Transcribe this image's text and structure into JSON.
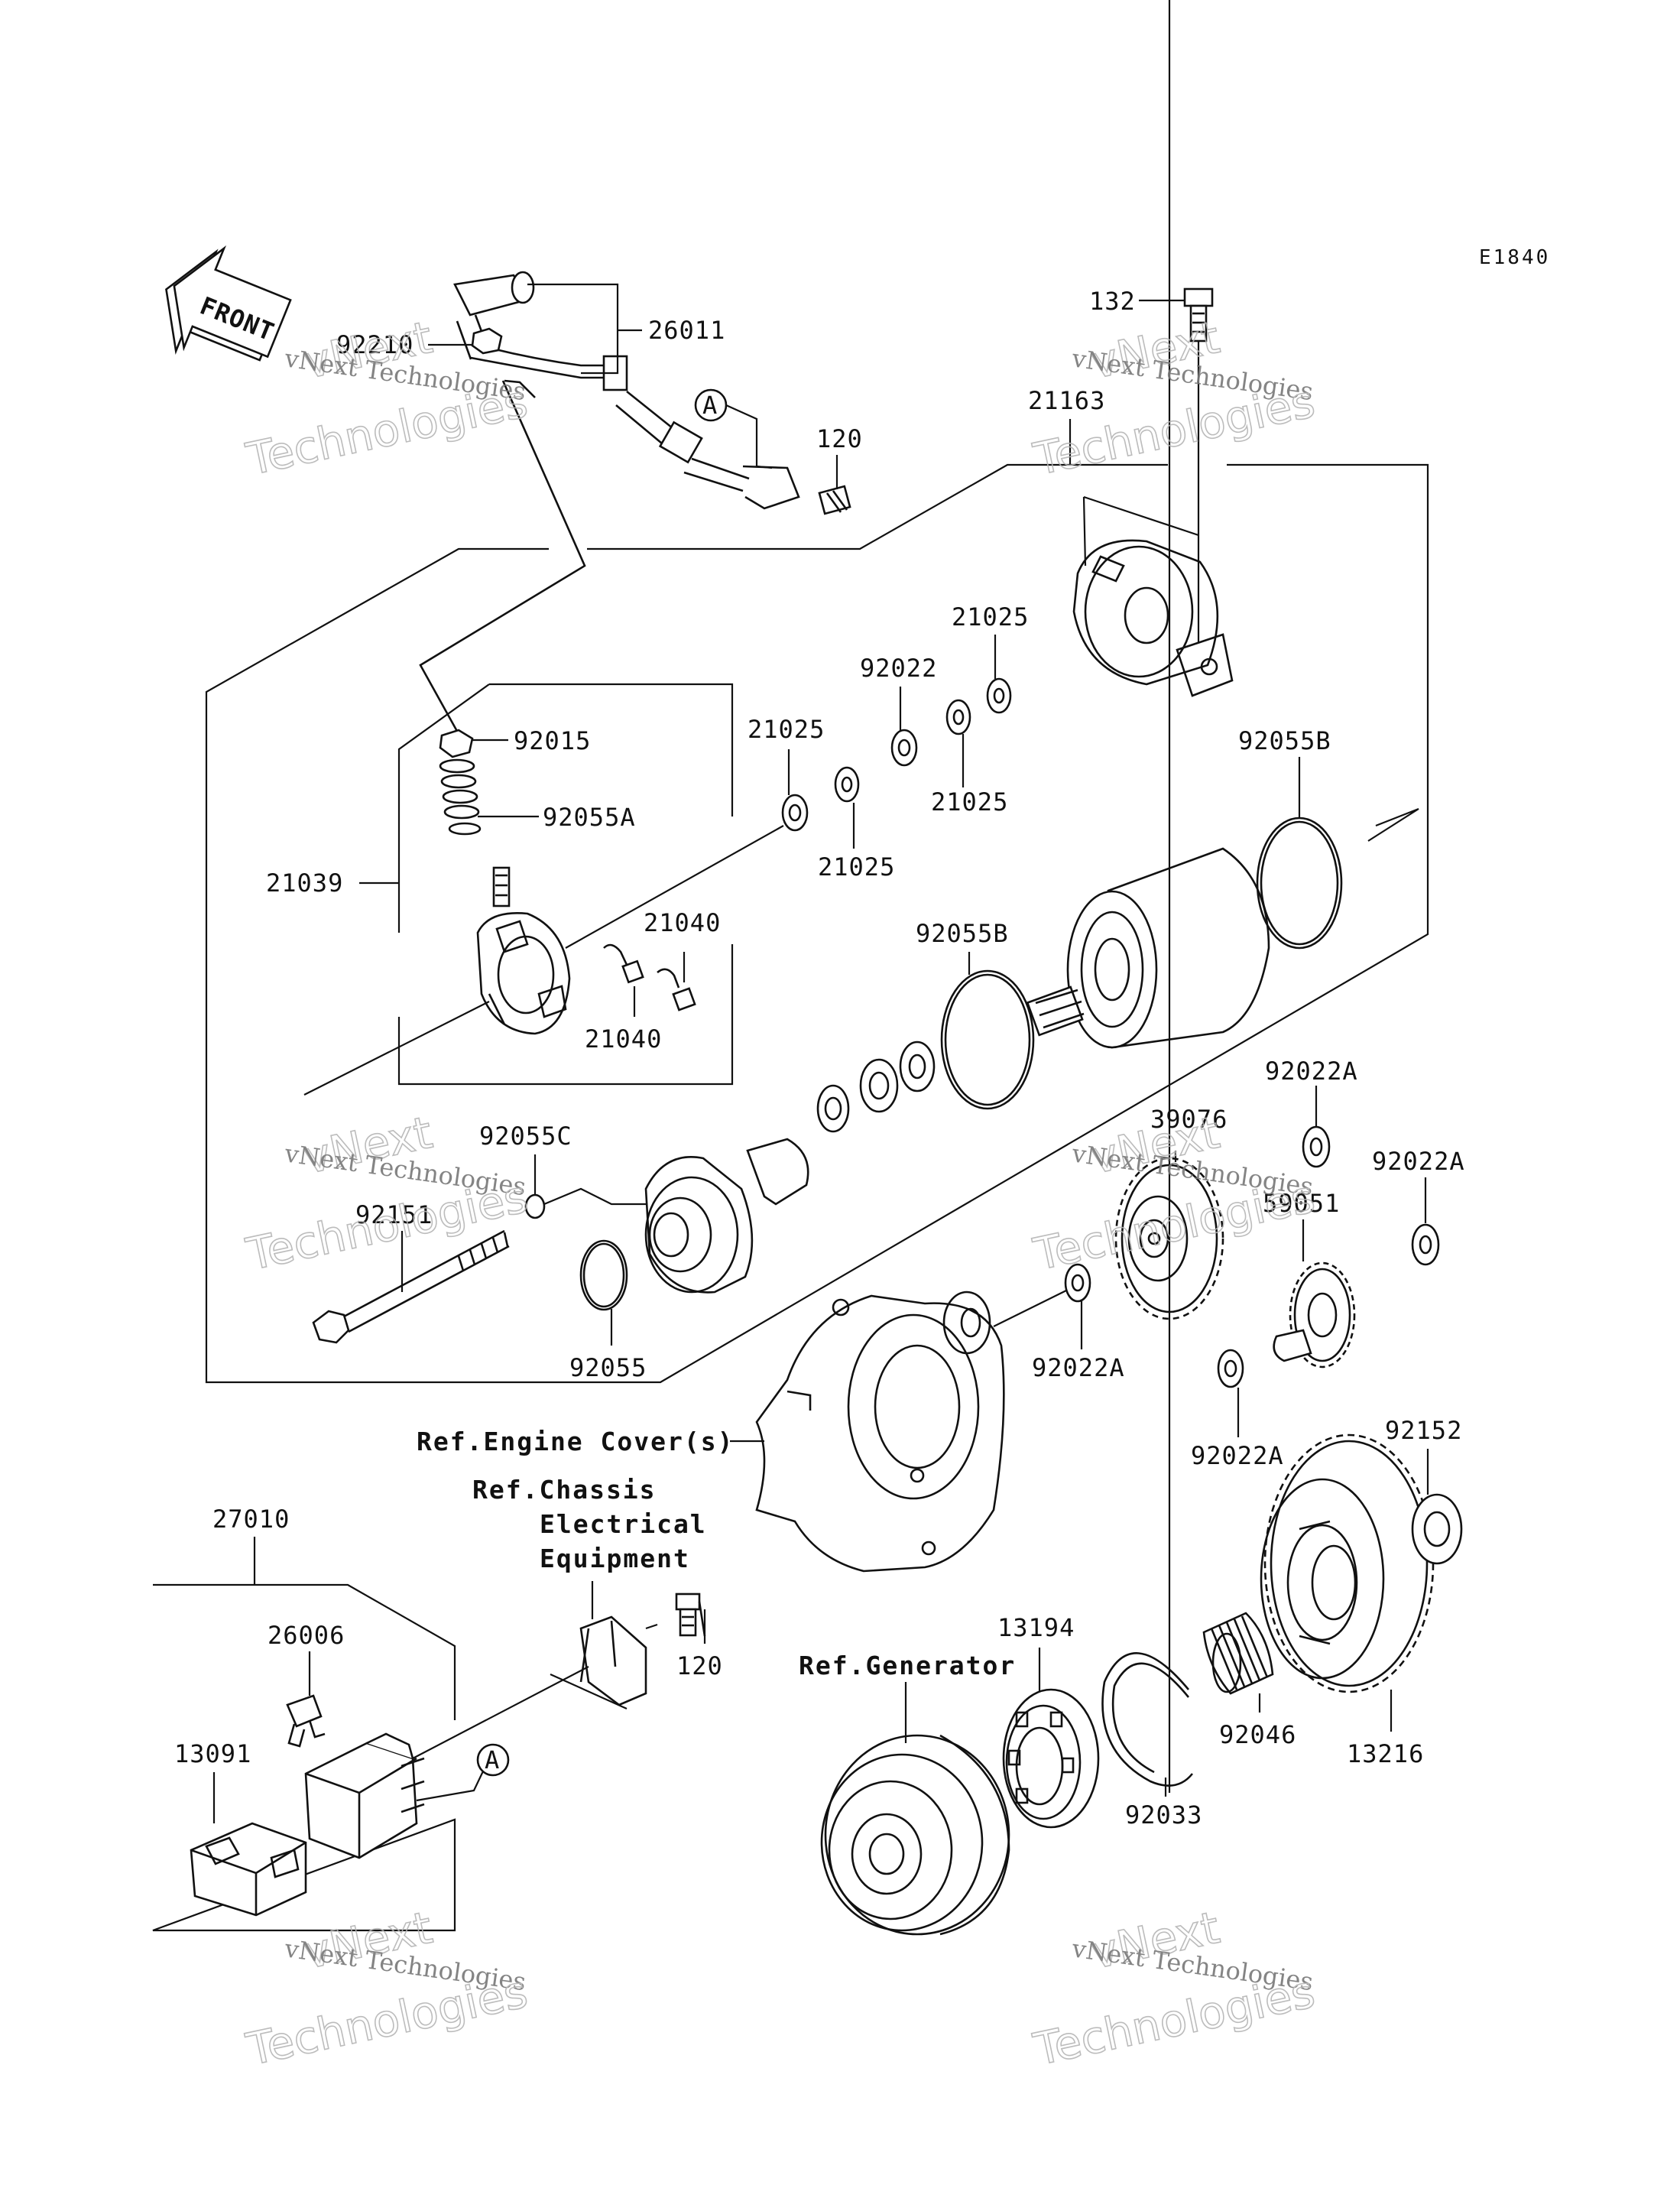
{
  "diagram": {
    "code": "E1840",
    "front_label": "FRONT",
    "callout_marker": "A",
    "watermark": {
      "line1": "vNext Technologies",
      "line2": "vNext",
      "line3": "Technologies"
    },
    "part_labels": {
      "p26011": "26011",
      "p92210": "92210",
      "p120_top": "120",
      "p132": "132",
      "p21163": "21163",
      "p21025_a": "21025",
      "p92022": "92022",
      "p21025_b": "21025",
      "p21025_c": "21025",
      "p21025_d": "21025",
      "p92015": "92015",
      "p92055A": "92055A",
      "p92055B_a": "92055B",
      "p21039": "21039",
      "p21040_a": "21040",
      "p21040_b": "21040",
      "p92055B_b": "92055B",
      "p92022A_a": "92022A",
      "p39076": "39076",
      "p92022A_b": "92022A",
      "p92055C": "92055C",
      "p59051": "59051",
      "p92151": "92151",
      "p92055": "92055",
      "p92022A_c": "92022A",
      "p92022A_d": "92022A",
      "p92152": "92152",
      "p27010": "27010",
      "p26006": "26006",
      "p13091": "13091",
      "p120_bottom": "120",
      "p13194": "13194",
      "p92046": "92046",
      "p92033": "92033",
      "p13216": "13216"
    },
    "references": {
      "engine_cover": "Ref.Engine Cover(s)",
      "chassis_1": "Ref.Chassis",
      "chassis_2": "Electrical",
      "chassis_3": "Equipment",
      "generator": "Ref.Generator"
    }
  }
}
